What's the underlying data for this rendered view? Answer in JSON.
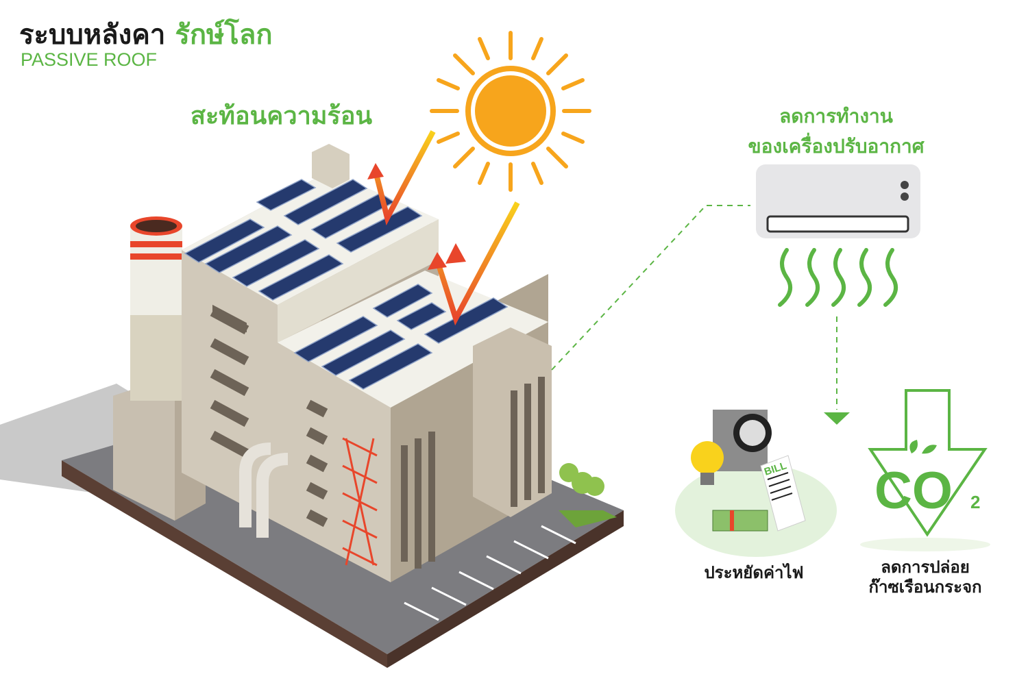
{
  "header": {
    "title_main": "ระบบหลังคา",
    "title_accent": "รักษ์โลก",
    "subtitle": "PASSIVE ROOF"
  },
  "labels": {
    "reflect_heat": "สะท้อนความร้อน",
    "reduce_ac_line1": "ลดการทำงาน",
    "reduce_ac_line2": "ของเครื่องปรับอากาศ",
    "save_power": "ประหยัดค่าไฟ",
    "reduce_emission_line1": "ลดการปล่อย",
    "reduce_emission_line2": "ก๊าซเรือนกระจก",
    "bill": "BILL",
    "co2": "CO",
    "co2_sub": "2"
  },
  "colors": {
    "green": "#5bb544",
    "sun": "#f7a51c",
    "arrow_red": "#e8462b",
    "ac": "#e6e6e8"
  }
}
